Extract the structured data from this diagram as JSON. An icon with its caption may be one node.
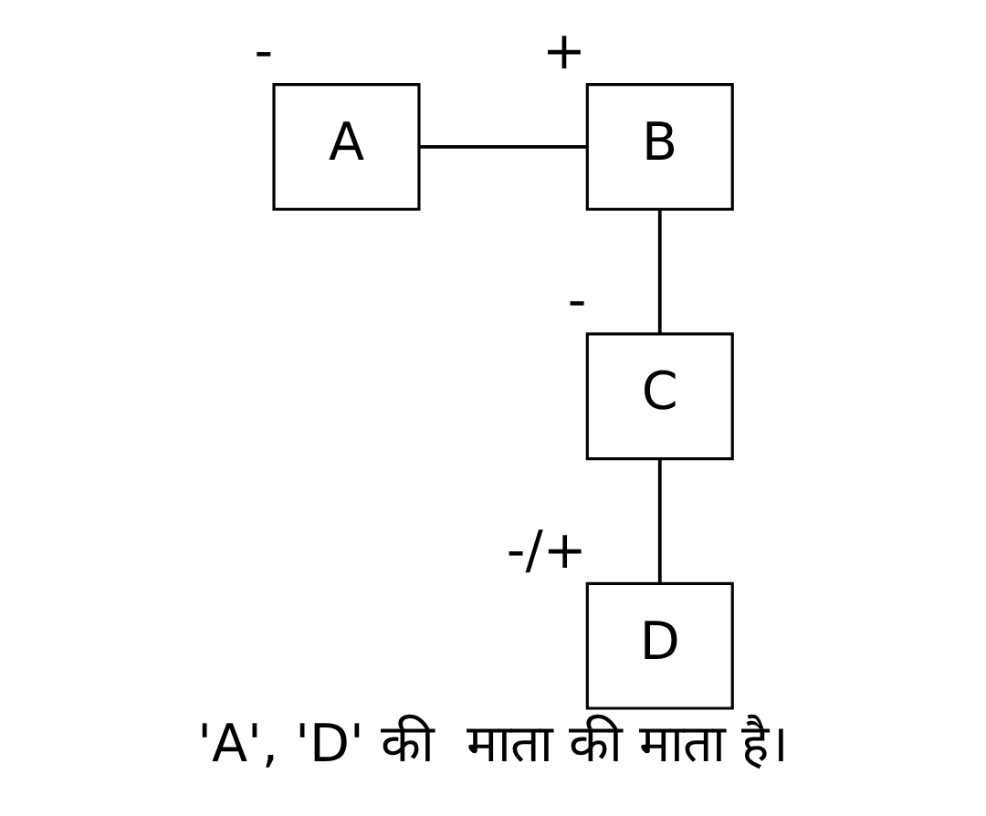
{
  "diagram": {
    "caption": "'A', 'D' की  माता की माता है।",
    "nodes": [
      {
        "text": [
          "A"
        ],
        "beside": [
          "-"
        ]
      },
      {
        "text": [
          "B"
        ],
        "beside": [
          "+"
        ]
      },
      {
        "text": [
          "C"
        ],
        "beside": [
          "-"
        ]
      },
      {
        "text": [
          "D"
        ],
        "beside": [
          "-/+"
        ]
      }
    ],
    "edges": [
      {
        "from": 0,
        "to": 1,
        "arrow": "none"
      },
      {
        "from": 1,
        "to": 2,
        "arrow": "none"
      },
      {
        "from": 2,
        "to": 3,
        "arrow": "none"
      }
    ]
  }
}
